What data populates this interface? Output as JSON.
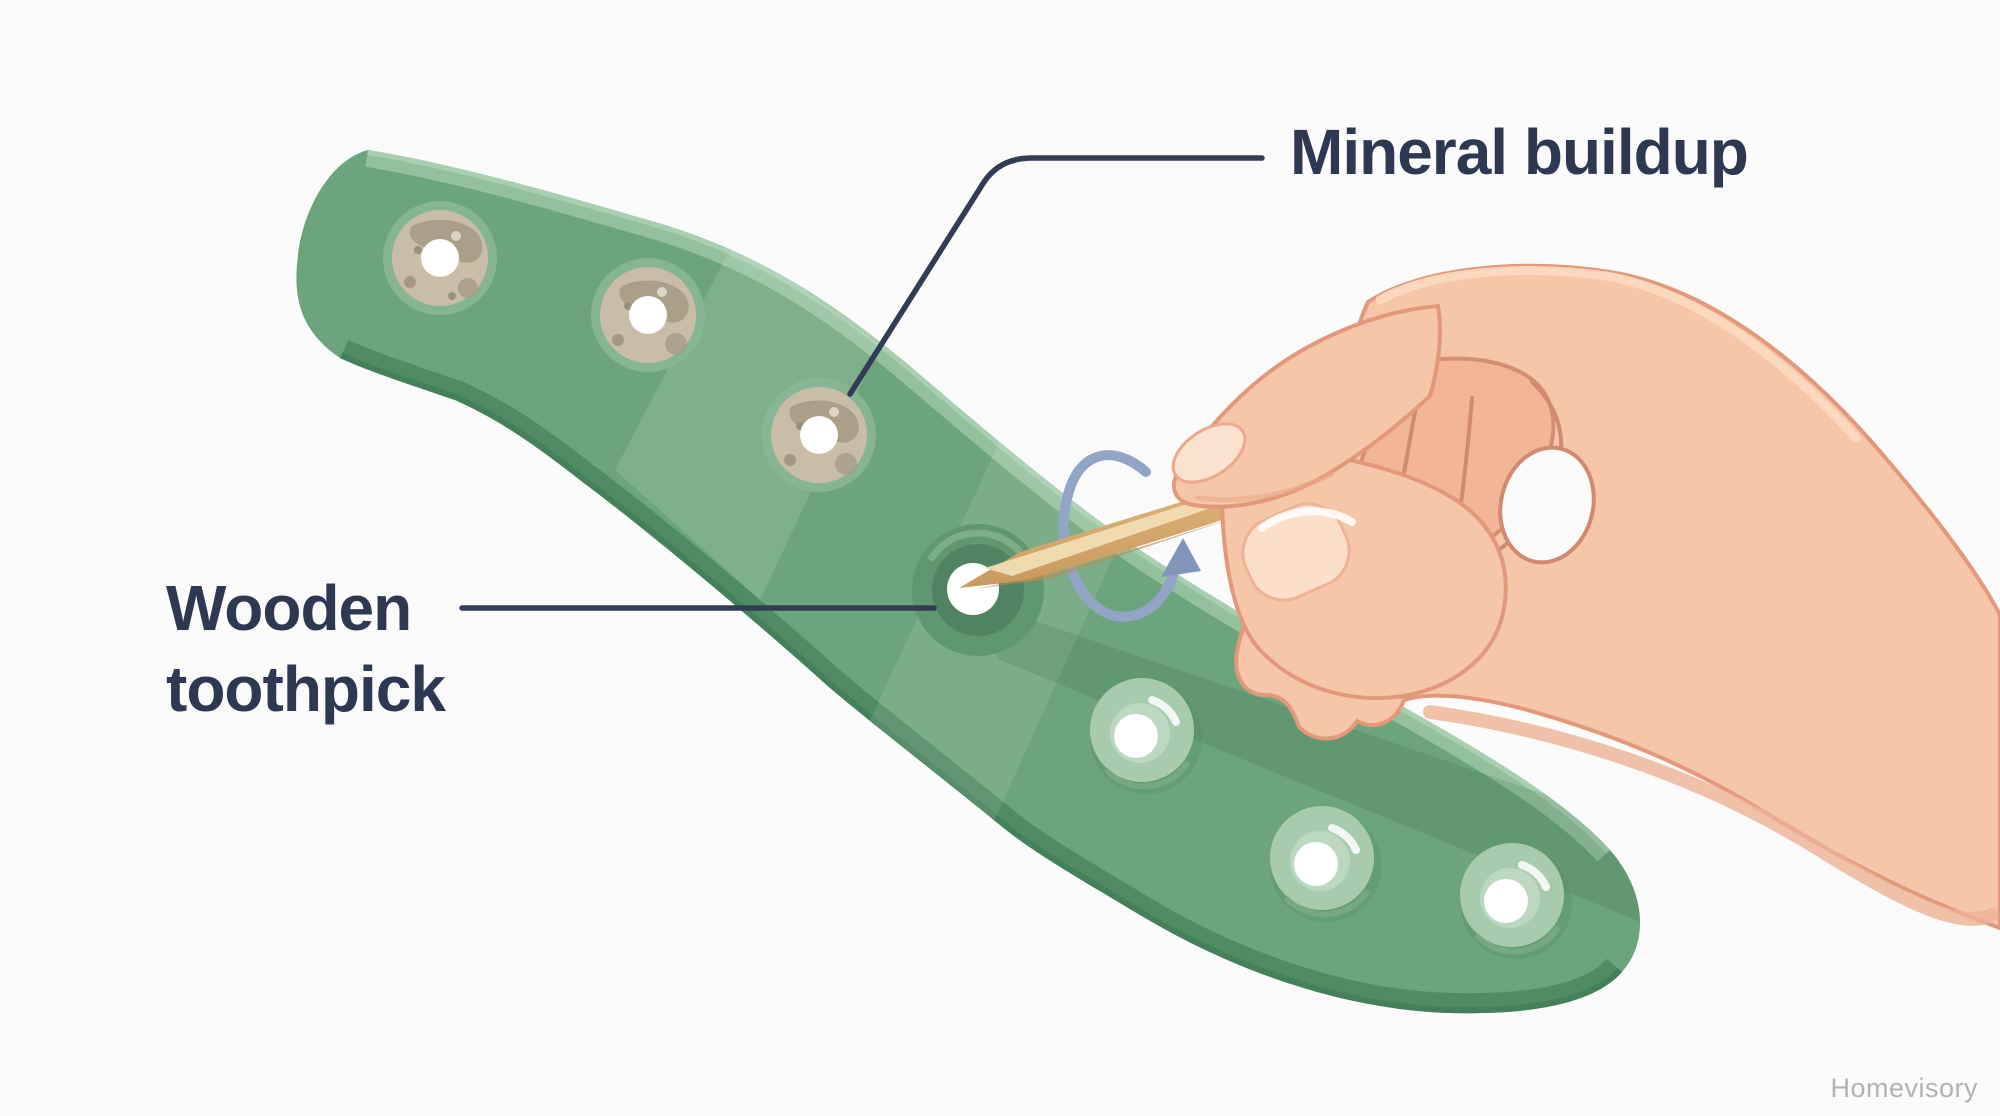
{
  "meta": {
    "watermark": "Homevisory",
    "background": "#fafbfa"
  },
  "labels": {
    "mineral": "Mineral buildup",
    "toothpick": "Wooden toothpick"
  },
  "illustration": {
    "subject": "cleaning shower-head spray bar nozzles with a wooden toothpick",
    "objects": [
      {
        "name": "spray-bar",
        "color": "#6ca57b"
      },
      {
        "name": "mineral-clogged-nozzles",
        "count": 3,
        "color": "#c9bda7"
      },
      {
        "name": "nozzle-being-cleaned",
        "count": 1,
        "color": "#5f9770"
      },
      {
        "name": "clean-nozzles",
        "count": 3,
        "color": "#a8cbae"
      },
      {
        "name": "wooden-toothpick",
        "color": "#e0ba82"
      },
      {
        "name": "hand",
        "color": "#f6c6a9"
      },
      {
        "name": "rotation-arrow-icon",
        "color": "#92a5c6"
      }
    ],
    "leader_line_color": "#333b55",
    "label_text_color": "#2f3852"
  }
}
